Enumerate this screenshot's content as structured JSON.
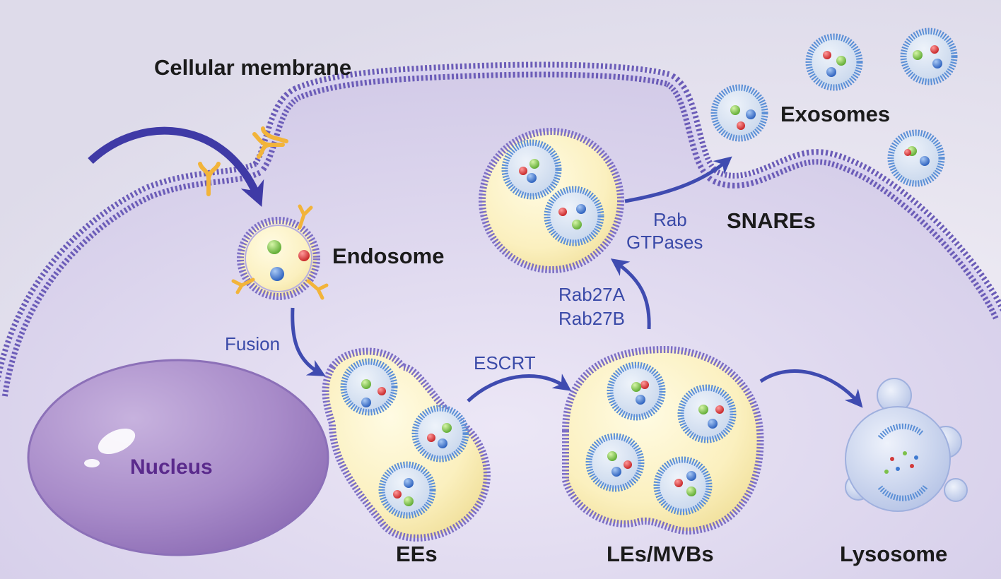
{
  "labels": {
    "cellular_membrane": "Cellular membrane",
    "endosome": "Endosome",
    "fusion": "Fusion",
    "escrt": "ESCRT",
    "rab27a": "Rab27A",
    "rab27b": "Rab27B",
    "rab": "Rab",
    "gtpases": "GTPases",
    "snares": "SNAREs",
    "exosomes": "Exosomes",
    "nucleus": "Nucleus",
    "ees": "EEs",
    "les_mvbs": "LEs/MVBs",
    "lysosome": "Lysosome"
  },
  "colors": {
    "background": "#eceaf3",
    "cytoplasm": "#d6d0ea",
    "membrane_purple": "#7d6fc4",
    "vesicle_blue": "#5b8fd6",
    "vesicle_interior": "#fbf2c6",
    "arrow": "#3f4bb0",
    "receptor": "#f2b43a",
    "nucleus": "#a98ccb",
    "cargo_red": "#d23a3a",
    "cargo_green": "#7cc04a",
    "cargo_blue": "#3f7ad0",
    "text_dark": "#1b1b1b",
    "text_blue": "#3a4aa8"
  }
}
